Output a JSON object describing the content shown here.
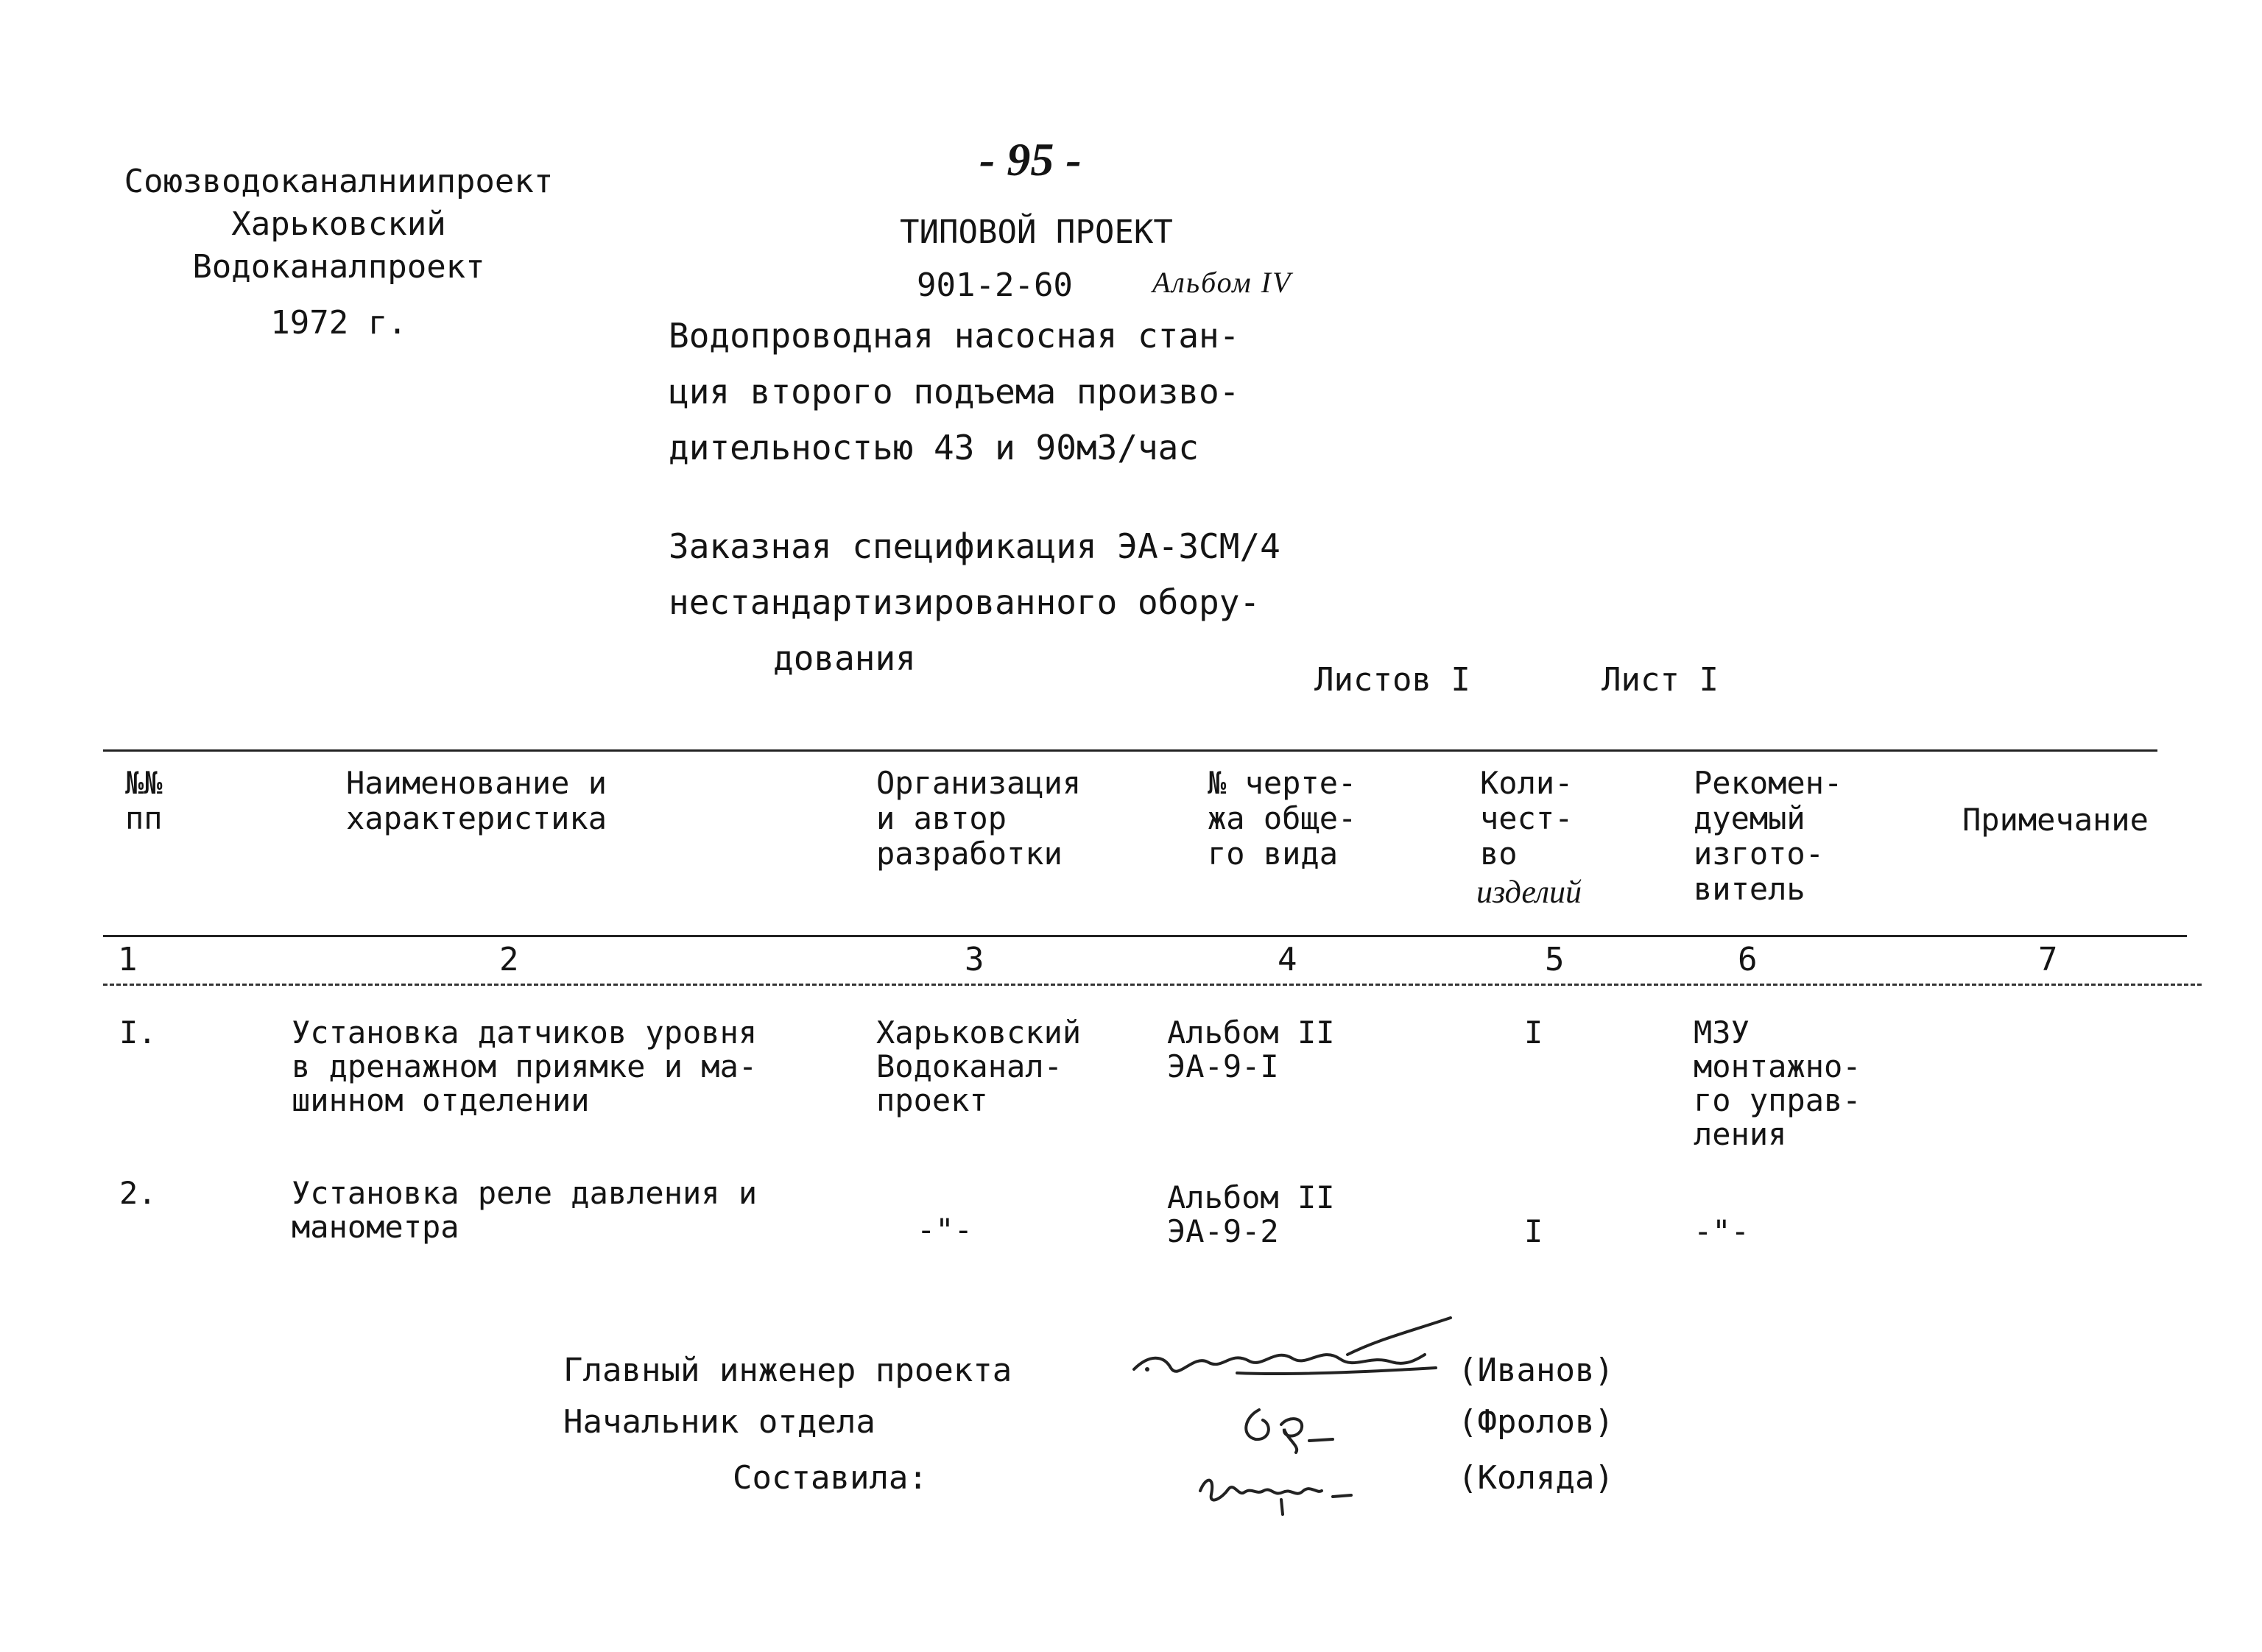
{
  "header": {
    "org_lines": [
      "Союзводоканалниипроект",
      "Харьковский",
      "Водоканалпроект",
      "1972 г."
    ],
    "page_number": "- 95 -",
    "project_type": "ТИПОВОЙ ПРОЕКТ",
    "project_code": "901-2-60",
    "album": "Альбом IV",
    "title_lines": [
      "Водопроводная насосная стан-",
      "ция второго подъема произво-",
      "дительностью 43 и 90м3/час"
    ],
    "spec_lines": [
      "Заказная спецификация ЭА-ЗСМ/4",
      "нестандартизированного обору-",
      "дования"
    ],
    "sheets_total": "Листов I",
    "sheet": "Лист I"
  },
  "table": {
    "headers": [
      "№№\nпп",
      "Наименование и\nхарактеристика",
      "Организация\nи автор\nразработки",
      "№ черте-\nжа обще-\nго вида",
      "Коли-\nчест-\nво",
      "Рекомен-\nдуемый\nизгото-\nвитель",
      "Примечание"
    ],
    "quantity_handwritten": "изделий",
    "column_numbers": [
      "1",
      "2",
      "3",
      "4",
      "5",
      "6",
      "7"
    ],
    "rows": [
      {
        "num": "I.",
        "name": "Установка датчиков уровня\nв дренажном приямке и ма-\nшинном отделении",
        "org": "Харьковский\nВодоканал-\nпроект",
        "drawing": "Альбом II\nЭА-9-I",
        "qty": "I",
        "maker": "МЗУ\nмонтажно-\nго управ-\nления",
        "note": ""
      },
      {
        "num": "2.",
        "name": "Установка реле давления и\nманометра",
        "org": "-\"-",
        "drawing": "Альбом II\nЭА-9-2",
        "qty": "I",
        "maker": "-\"-",
        "note": ""
      }
    ]
  },
  "signatures": [
    {
      "role": "Главный инженер проекта",
      "name": "(Иванов)"
    },
    {
      "role": "Начальник отдела",
      "name": "(Фролов)"
    },
    {
      "role": "Составила:",
      "name": "(Коляда)"
    }
  ]
}
